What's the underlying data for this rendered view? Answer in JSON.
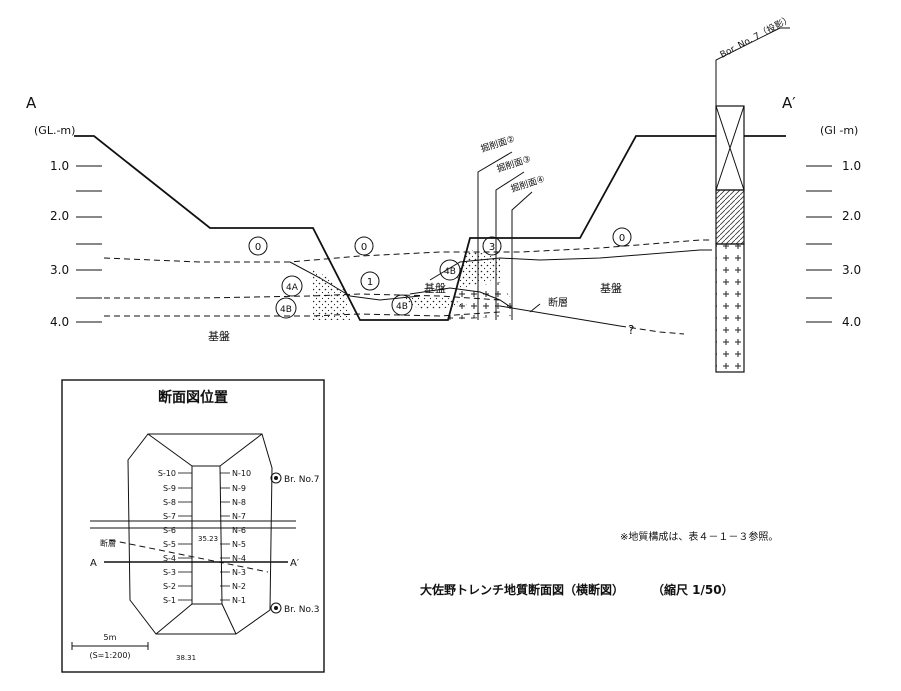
{
  "section": {
    "end_label_left": "A",
    "end_label_right": "A′",
    "depth_unit_left": "(GL.-m)",
    "depth_unit_right": "(Gl -m)",
    "depth_ticks": [
      "1.0",
      "2.0",
      "3.0",
      "4.0"
    ],
    "borehole_label": "Bor. No. 7（投影）",
    "excavation_faces": [
      "掘削面②",
      "掘削面③",
      "掘削面④"
    ],
    "units": [
      "0",
      "0",
      "0",
      "1",
      "3",
      "4A",
      "4B",
      "4B",
      "4B"
    ],
    "bedrock_labels": [
      "基盤",
      "基盤",
      "基盤"
    ],
    "fault_label": "断層",
    "question_mark": "?"
  },
  "location_map": {
    "title": "断面図位置",
    "south_rows": [
      "S-10",
      "S-9",
      "S-8",
      "S-7",
      "S-6",
      "S-5",
      "S-4",
      "S-3",
      "S-2",
      "S-1"
    ],
    "north_rows": [
      "N-10",
      "N-9",
      "N-8",
      "N-7",
      "N-6",
      "N-5",
      "N-4",
      "N-3",
      "N-2",
      "N-1"
    ],
    "borehole_7": "Br. No.7",
    "borehole_3": "Br. No.3",
    "fault_label": "断層",
    "line_start": "A",
    "line_end": "A′",
    "elevation_top": "35.23",
    "elevation_bottom": "38.31",
    "scale_length": "5m",
    "scale_ratio": "(S=1:200)"
  },
  "note": "※地質構成は、表４－１－３参照。",
  "caption": {
    "title": "大佐野トレンチ地質断面図（横断図）",
    "scale": "（縮尺 1/50）"
  }
}
